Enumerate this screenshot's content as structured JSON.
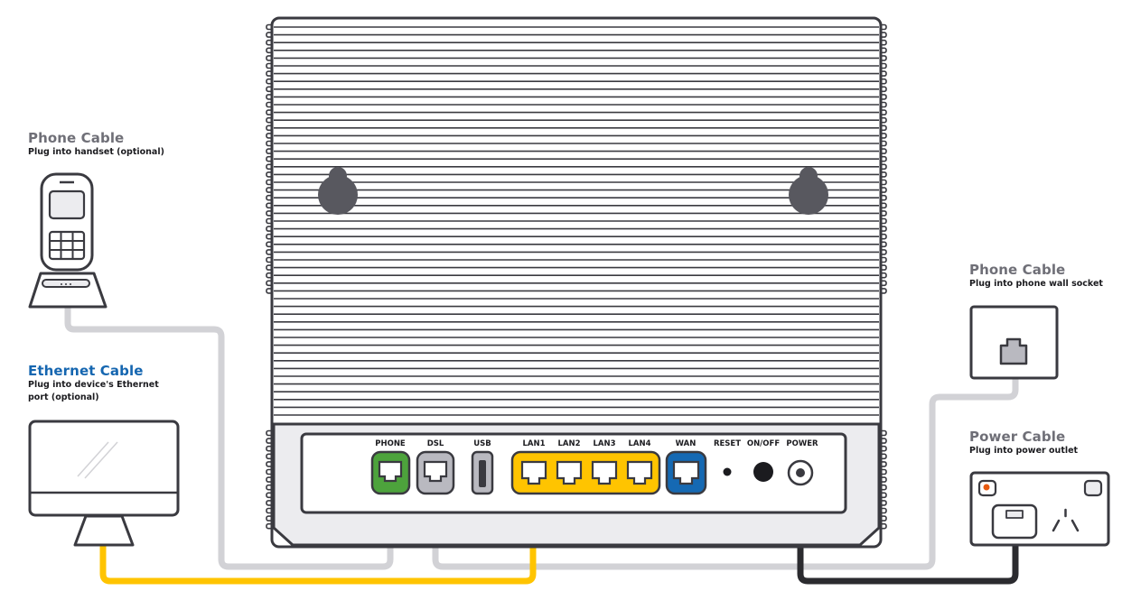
{
  "labels": {
    "phone_handset": {
      "title": "Phone Cable",
      "subtitle": "Plug into handset (optional)"
    },
    "ethernet": {
      "title": "Ethernet Cable",
      "subtitle_line1": "Plug into device's Ethernet",
      "subtitle_line2": "port (optional)"
    },
    "phone_wall": {
      "title": "Phone Cable",
      "subtitle": "Plug into phone wall socket"
    },
    "power": {
      "title": "Power Cable",
      "subtitle": "Plug into power outlet"
    }
  },
  "router_ports": {
    "phone": "PHONE",
    "dsl": "DSL",
    "usb": "USB",
    "lan1": "LAN1",
    "lan2": "LAN2",
    "lan3": "LAN3",
    "lan4": "LAN4",
    "wan": "WAN",
    "reset": "RESET",
    "onoff": "ON/OFF",
    "power": "POWER"
  },
  "colors": {
    "outline": "#3a3a40",
    "phone_port": "#4da33c",
    "wan_port": "#1569b3",
    "lan_port": "#ffc400",
    "grey_port": "#b9b9c0",
    "grey_cable": "#d2d2d6",
    "title_grey": "#6f6f77",
    "title_blue": "#1566b0",
    "power_cable": "#2b2b2f"
  },
  "icons": [
    "cordless-phone-icon",
    "computer-monitor-icon",
    "wall-phone-socket-icon",
    "power-outlet-icon"
  ]
}
